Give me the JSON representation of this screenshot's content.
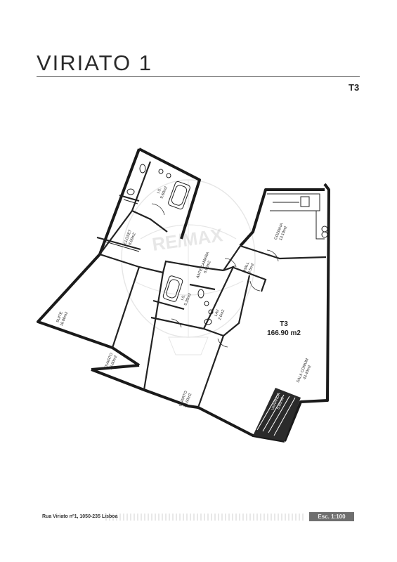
{
  "header": {
    "brand": "VIRIATO 1",
    "unit_type": "T3"
  },
  "plan": {
    "total_label": "T3",
    "total_area": "166.90 m2",
    "watermark": "RE/MAX",
    "rooms": [
      {
        "key": "is1",
        "name": "I.S.",
        "area": "9.60m2"
      },
      {
        "key": "closet",
        "name": "CLOSET",
        "area": "8.00m2"
      },
      {
        "key": "cozinha",
        "name": "COZINHA",
        "area": "13.10m2"
      },
      {
        "key": "hall",
        "name": "HALL",
        "area": "3.5m2"
      },
      {
        "key": "antecamara",
        "name": "ANTE CAMARA",
        "area": "6.80m2"
      },
      {
        "key": "is2",
        "name": "I.S.",
        "area": "5.20m2"
      },
      {
        "key": "lav",
        "name": "LAV",
        "area": "2.0m2"
      },
      {
        "key": "suite",
        "name": "SUITE",
        "area": "18.00m2"
      },
      {
        "key": "quarto1",
        "name": "QUARTO",
        "area": "16.60m2"
      },
      {
        "key": "quarto2",
        "name": "QUARTO",
        "area": "18.60m2"
      },
      {
        "key": "sala",
        "name": "SALA COMUM",
        "area": "43.40m2"
      },
      {
        "key": "varanda",
        "name": "VARANDA",
        "area": "5.80m2"
      }
    ]
  },
  "footer": {
    "address": "Rua Viriato nº1, 1050-235 Lisboa",
    "scale": "Esc. 1:100"
  }
}
